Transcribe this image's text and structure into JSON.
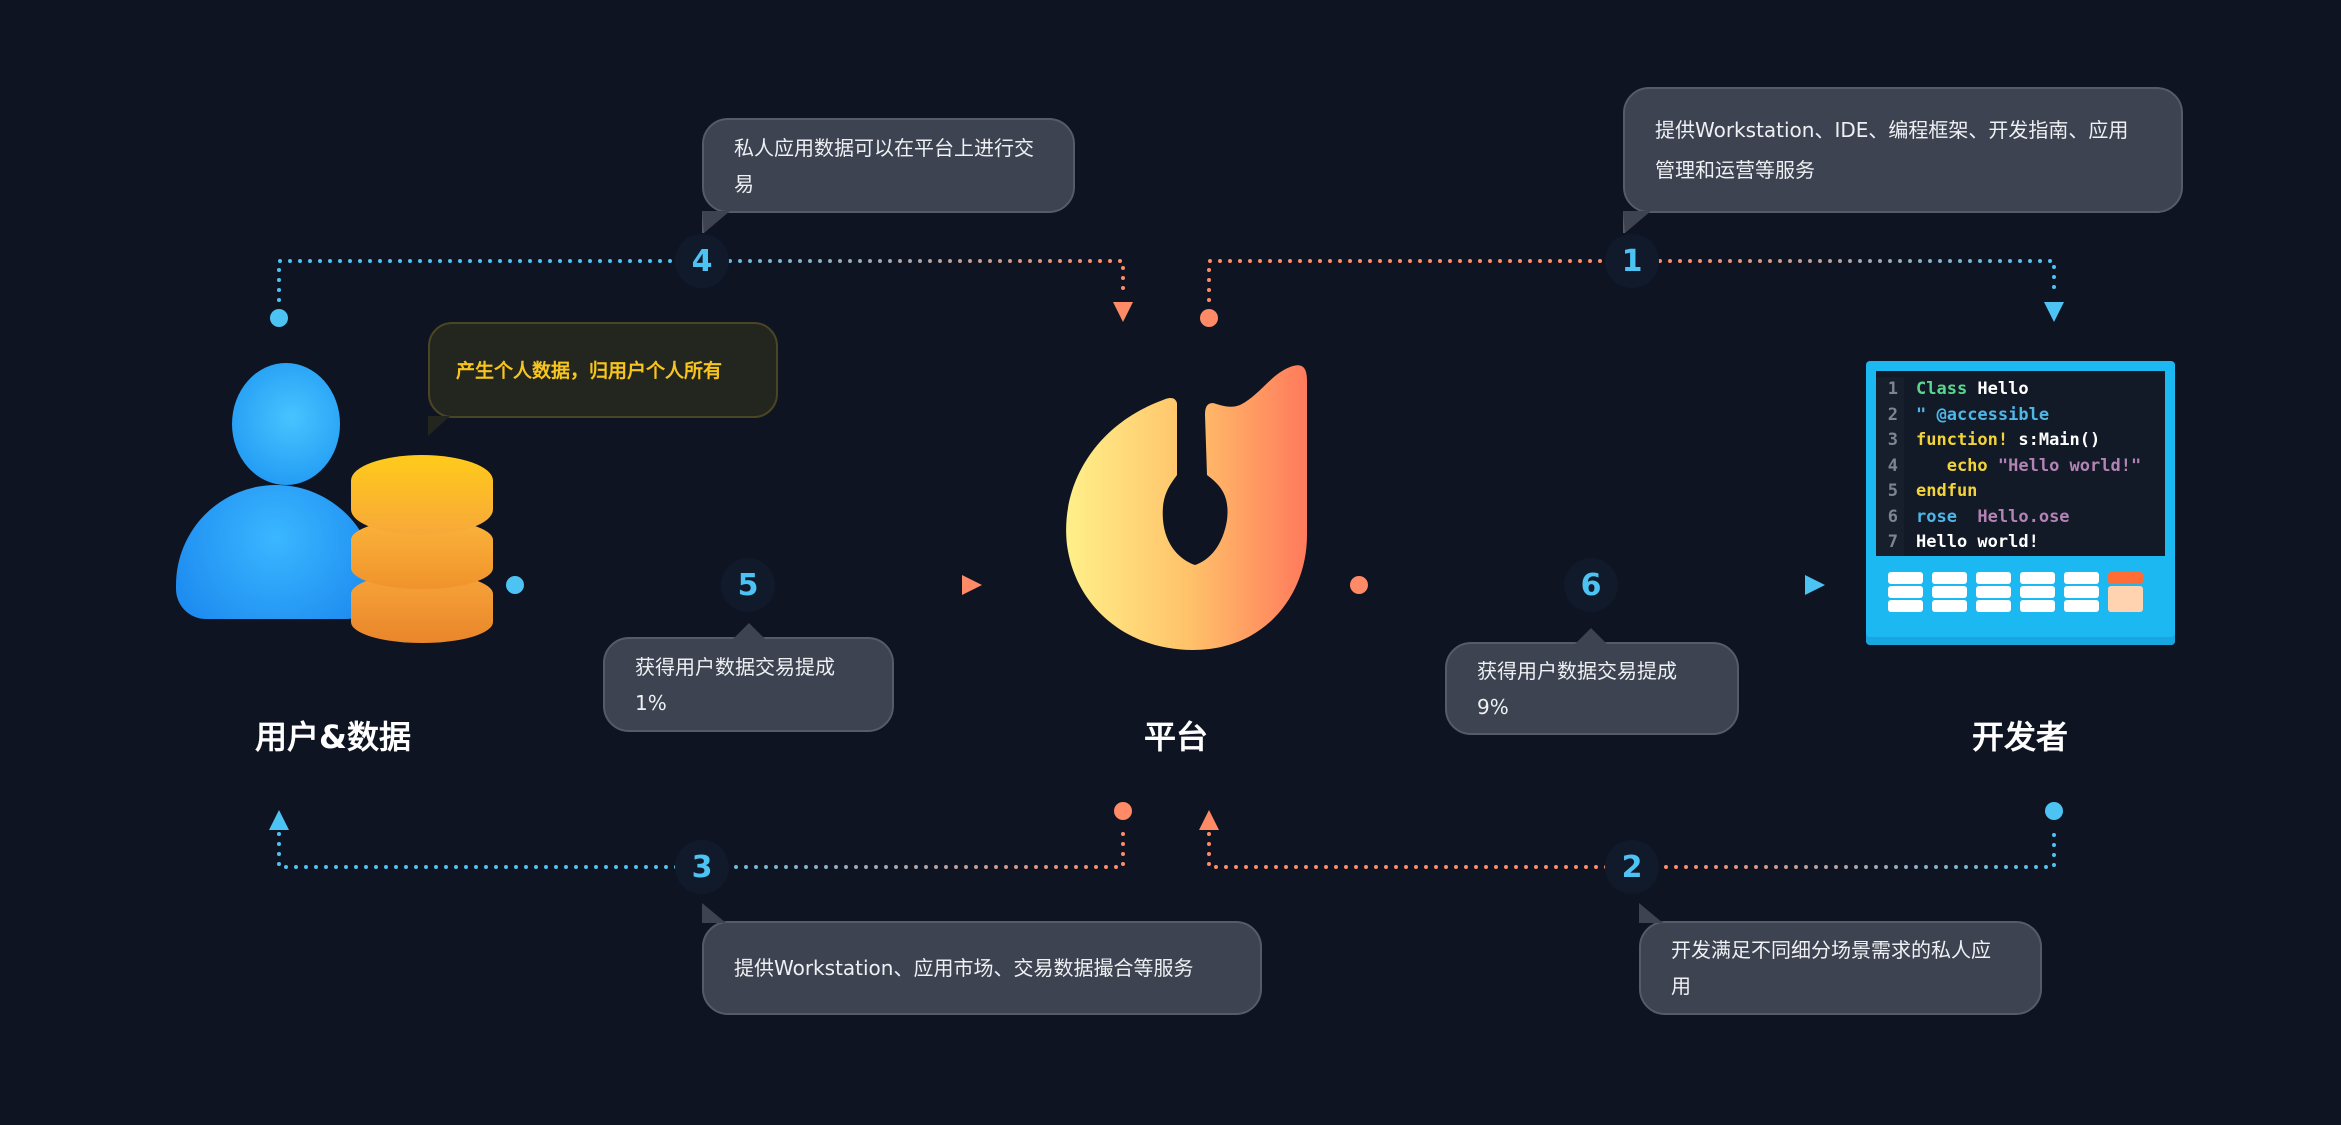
{
  "nodes": {
    "user": "用户&数据",
    "platform": "平台",
    "developer": "开发者"
  },
  "user_note": "产生个人数据，归用户个人所有",
  "steps": [
    {
      "number": "1",
      "text": "提供Workstation、IDE、编程框架、开发指南、应用管理和运营等服务"
    },
    {
      "number": "2",
      "text": "开发满足不同细分场景需求的私人应用"
    },
    {
      "number": "3",
      "text": "提供Workstation、应用市场、交易数据撮合等服务"
    },
    {
      "number": "4",
      "text": "私人应用数据可以在平台上进行交易"
    },
    {
      "number": "5",
      "text": "获得用户数据交易提成1%"
    },
    {
      "number": "6",
      "text": "获得用户数据交易提成9%"
    }
  ],
  "code": {
    "line_numbers": [
      "1",
      "2",
      "3",
      "4",
      "5",
      "6",
      "7"
    ],
    "lines": [
      [
        {
          "t": "Class ",
          "c": "#5ad68e"
        },
        {
          "t": "Hello",
          "c": "#ffffff"
        }
      ],
      [
        {
          "t": "\" ",
          "c": "#4fb6e8"
        },
        {
          "t": "@accessible",
          "c": "#4fb6e8"
        }
      ],
      [
        {
          "t": "function! ",
          "c": "#f2d43a"
        },
        {
          "t": "s:Main()",
          "c": "#ffffff"
        }
      ],
      [
        {
          "t": "   echo ",
          "c": "#f2d43a"
        },
        {
          "t": "\"Hello world!\"",
          "c": "#b482b4"
        }
      ],
      [
        {
          "t": "endfun",
          "c": "#f2d43a"
        }
      ],
      [
        {
          "t": "rose  ",
          "c": "#4fb6e8"
        },
        {
          "t": "Hello.ose",
          "c": "#b482b4"
        }
      ],
      [
        {
          "t": "Hello world!",
          "c": "#ffffff"
        }
      ]
    ]
  },
  "colors": {
    "blue": "#4cc3f2",
    "orange": "#ff8a66",
    "background": "#0e1422"
  }
}
